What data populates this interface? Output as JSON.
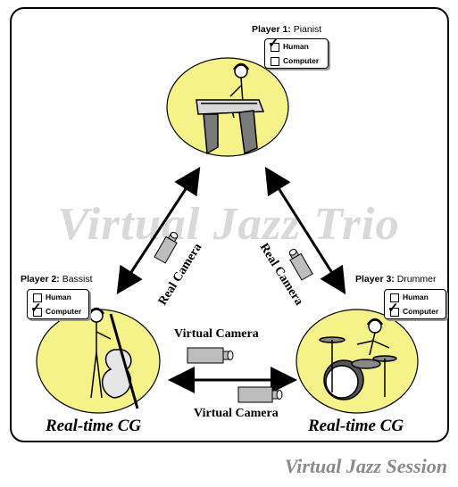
{
  "title": "Virtual Jazz Trio",
  "caption": "Virtual Jazz Session",
  "checkbox_options": [
    "Human",
    "Computer"
  ],
  "players": [
    {
      "label": "Player 1:",
      "role": "Pianist",
      "options": [
        {
          "text": "Human",
          "checked": true
        },
        {
          "text": "Computer",
          "checked": false
        }
      ]
    },
    {
      "label": "Player 2:",
      "role": "Bassist",
      "options": [
        {
          "text": "Human",
          "checked": false
        },
        {
          "text": "Computer",
          "checked": true
        }
      ],
      "render_label": "Real-time CG"
    },
    {
      "label": "Player 3:",
      "role": "Drummer",
      "options": [
        {
          "text": "Human",
          "checked": false
        },
        {
          "text": "Computer",
          "checked": true
        }
      ],
      "render_label": "Real-time CG"
    }
  ],
  "links": {
    "left_camera": "Real Camera",
    "right_camera": "Real Camera",
    "bottom_camera_top": "Virtual Camera",
    "bottom_camera_bottom": "Virtual Camera"
  },
  "colors": {
    "node_fill": "#f6f28a",
    "watermark": "#d9d9d9",
    "caption": "#8a8a8a"
  },
  "icons": [
    "pianist-figure",
    "bassist-figure",
    "drummer-figure",
    "camera-icon",
    "checkmark-icon"
  ]
}
